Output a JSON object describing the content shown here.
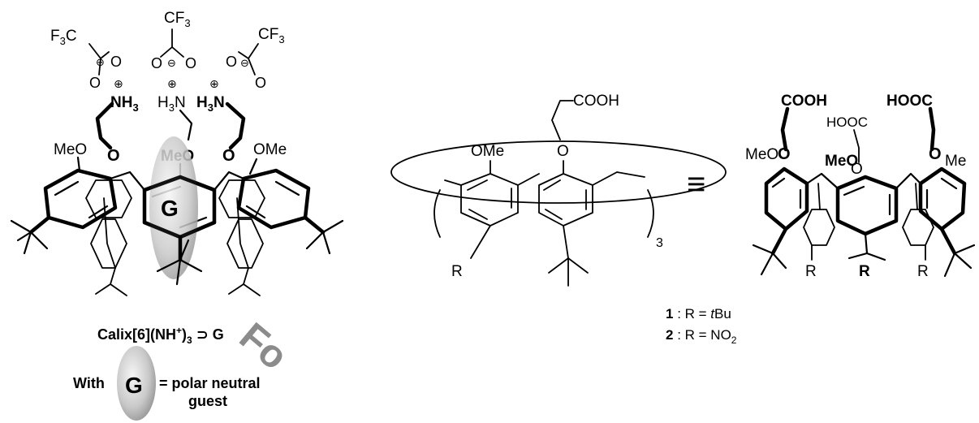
{
  "left_structure": {
    "anions": [
      {
        "cf3_prefix": "F",
        "cf3_sub": "3",
        "cf3_suffix": "C",
        "o_top": "O",
        "o_bottom": "O",
        "charge": "⊖"
      },
      {
        "cf3_prefix": "CF",
        "cf3_sub": "3",
        "cf3_suffix": "",
        "o_top": "O",
        "o_bottom": "O",
        "charge": "⊖"
      },
      {
        "cf3_prefix": "CF",
        "cf3_sub": "3",
        "cf3_suffix": "",
        "o_top": "O",
        "o_bottom": "O",
        "charge": "⊖"
      }
    ],
    "cations": {
      "plus": "⊕",
      "nh3_left_main": "NH",
      "nh3_left_sub": "3",
      "h3n_mid_main": "H",
      "h3n_mid_sub": "3",
      "h3n_mid_n": "N",
      "h3n_right_main": "H",
      "h3n_right_sub": "3",
      "h3n_right_n": "N"
    },
    "labels": {
      "meo_left": "MeO",
      "o_left": "O",
      "meo_center": "MeO",
      "o_right": "O",
      "ome_right": "OMe",
      "guest": "G"
    },
    "caption_main": "Calix[6](NH",
    "caption_sup": "+",
    "caption_paren": ")",
    "caption_sub": "3",
    "caption_tail": " ⊃ G",
    "legend": {
      "with": "With",
      "guest_symbol": "G",
      "desc_line1": "= polar neutral",
      "desc_line2": "guest"
    }
  },
  "middle_structure": {
    "cooh": "COOH",
    "ome": "OMe",
    "o": "O",
    "r": "R",
    "repeat_sub": "3"
  },
  "equivalence_symbol": "≡",
  "right_structure": {
    "cooh_left": "COOH",
    "hooc_right": "HOOC",
    "hooc_center": "HOOC",
    "meo_left": "MeO",
    "o_left": "O",
    "meo_center": "MeO",
    "o_center": "O",
    "o_right": "O",
    "me_right": "Me",
    "r_labels": [
      "R",
      "R",
      "R"
    ]
  },
  "compounds": [
    {
      "number": "1",
      "sep": " : R = ",
      "value_italic": "t",
      "value_rest": "Bu",
      "value_sub": ""
    },
    {
      "number": "2",
      "sep": " : R = ",
      "value_italic": "",
      "value_rest": "NO",
      "value_sub": "2"
    }
  ],
  "watermark": {
    "color": "#3d8fd8"
  }
}
